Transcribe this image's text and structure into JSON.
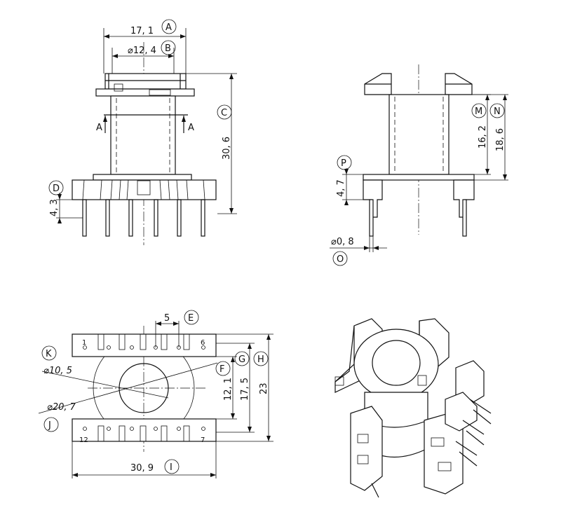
{
  "dimensions": {
    "A": "17, 1",
    "B": "⌀12, 4",
    "C": "30, 6",
    "D": "4, 3",
    "E": "5",
    "F": "12, 1",
    "G": "17, 5",
    "H": "23",
    "I": "30, 9",
    "K": "⌀10, 5",
    "J": "⌀20, 7",
    "M": "16, 2",
    "N": "18, 6",
    "P": "4, 7",
    "O": "⌀0, 8"
  },
  "labels": {
    "A": "A",
    "B": "B",
    "C": "C",
    "D": "D",
    "E": "E",
    "F": "F",
    "G": "G",
    "H": "H",
    "I": "I",
    "J": "J",
    "K": "K",
    "M": "M",
    "N": "N",
    "O": "O",
    "P": "P"
  },
  "section": {
    "left": "A",
    "right": "A"
  },
  "pins": {
    "top_left": "1",
    "top_right": "6",
    "bottom_left": "12",
    "bottom_right": "7"
  },
  "views": [
    "front-view",
    "side-view",
    "bottom-view",
    "isometric-view"
  ]
}
